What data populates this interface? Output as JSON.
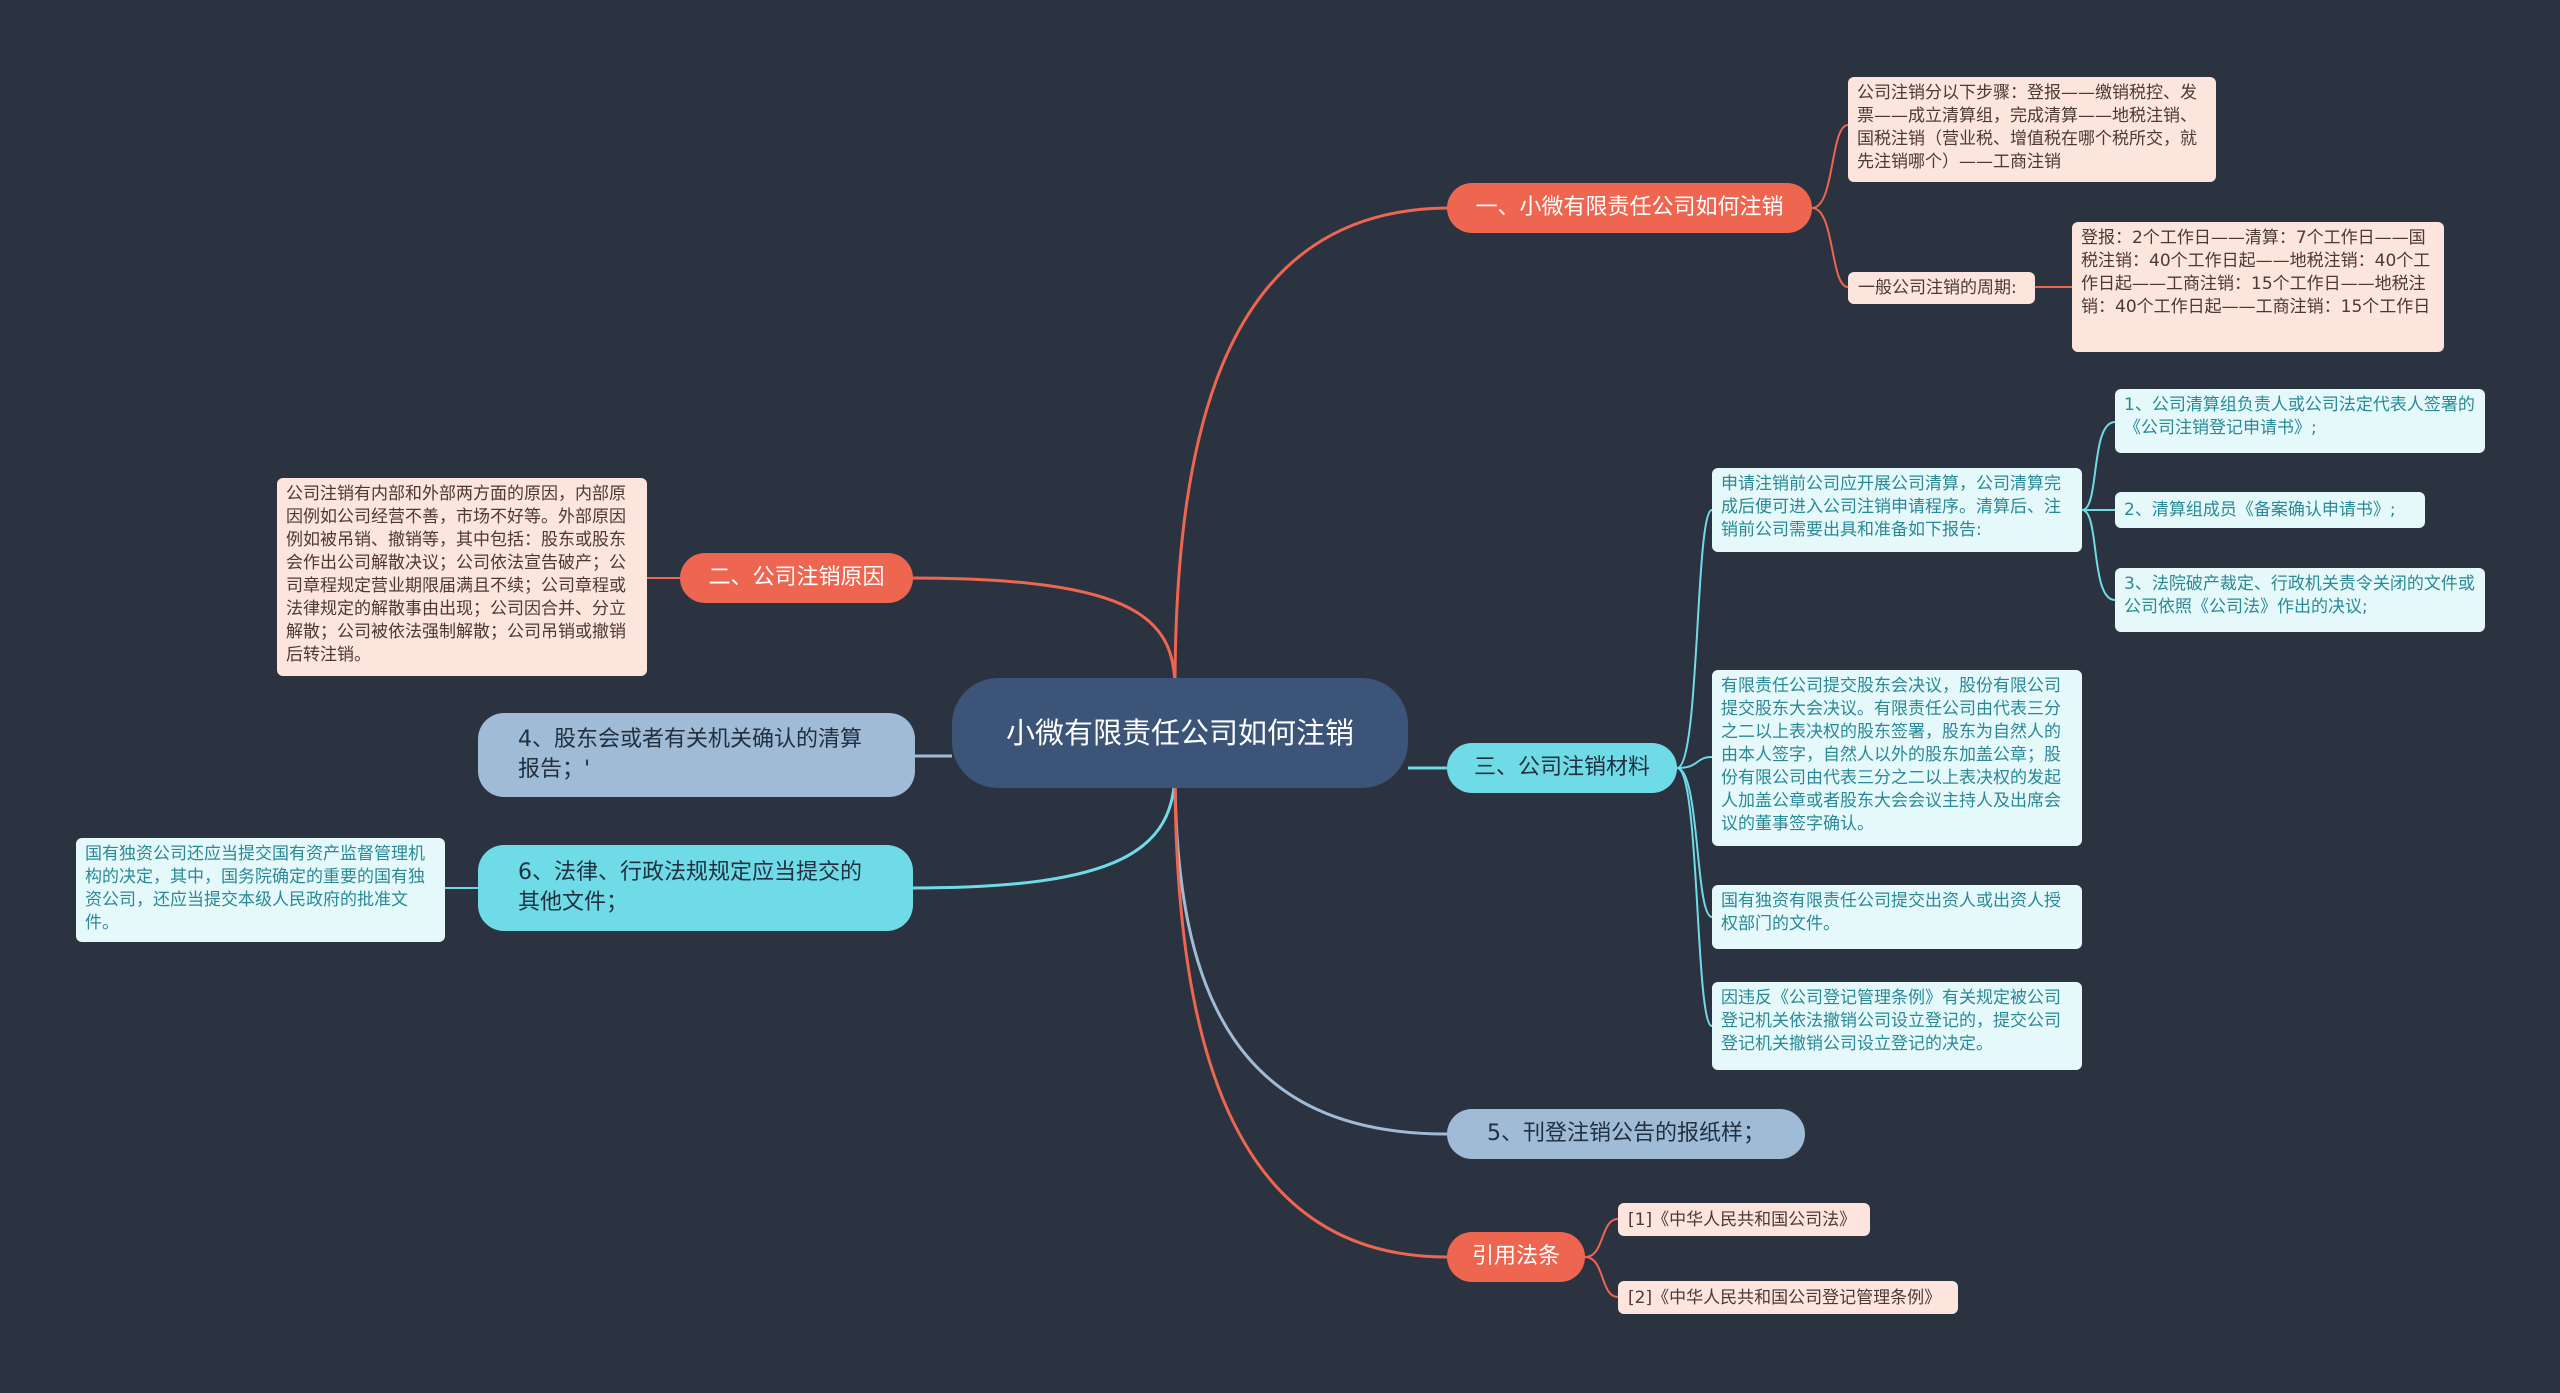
{
  "center": {
    "label": "小微有限责任公司如何注销"
  },
  "branches": {
    "b1": {
      "label": "一、小微有限责任公司如何注销",
      "note1": "公司注销分以下步骤：登报——缴销税控、发票——成立清算组，完成清算——地税注销、国税注销（营业税、增值税在哪个税所交，就先注销哪个）——工商注销",
      "cycle_label": "一般公司注销的周期:",
      "cycle_note": "登报：2个工作日——清算：7个工作日——国税注销：40个工作日起——地税注销：40个工作日起——工商注销：15个工作日——地税注销：40个工作日起——工商注销：15个工作日"
    },
    "b2": {
      "label": "二、公司注销原因",
      "note": "公司注销有内部和外部两方面的原因，内部原因例如公司经营不善，市场不好等。外部原因例如被吊销、撤销等，其中包括：股东或股东会作出公司解散决议；公司依法宣告破产；公司章程规定营业期限届满且不续；公司章程或法律规定的解散事由出现；公司因合并、分立解散；公司被依法强制解散；公司吊销或撤销后转注销。"
    },
    "b4": {
      "label": "4、股东会或者有关机关确认的清算报告；'"
    },
    "b6": {
      "label": "6、法律、行政法规规定应当提交的其他文件；",
      "note": "国有独资公司还应当提交国有资产监督管理机构的决定，其中，国务院确定的重要的国有独资公司，还应当提交本级人民政府的批准文件。"
    },
    "b3": {
      "label": "三、公司注销材料",
      "intro": "申请注销前公司应开展公司清算，公司清算完成后便可进入公司注销申请程序。清算后、注销前公司需要出具和准备如下报告:",
      "items": [
        "1、公司清算组负责人或公司法定代表人签署的《公司注销登记申请书》;",
        "2、清算组成员《备案确认申请书》;",
        "3、法院破产裁定、行政机关责令关闭的文件或公司依照《公司法》作出的决议;"
      ],
      "note_a": "有限责任公司提交股东会决议，股份有限公司提交股东大会决议。有限责任公司由代表三分之二以上表决权的股东签署，股东为自然人的由本人签字，自然人以外的股东加盖公章；股份有限公司由代表三分之二以上表决权的发起人加盖公章或者股东大会会议主持人及出席会议的董事签字确认。",
      "note_b": "国有独资有限责任公司提交出资人或出资人授权部门的文件。",
      "note_c": "因违反《公司登记管理条例》有关规定被公司登记机关依法撤销公司设立登记的，提交公司登记机关撤销公司设立登记的决定。"
    },
    "b5": {
      "label": "5、刊登注销公告的报纸样；"
    },
    "b7": {
      "label": "引用法条",
      "refs": [
        "[1]《中华人民共和国公司法》",
        "[2]《中华人民共和国公司登记管理条例》"
      ]
    }
  },
  "colors": {
    "background": "#2b3240",
    "center": "#3b5478",
    "orange": "#ee6650",
    "blue": "#9fbbd6",
    "cyan": "#6fdbe6",
    "note_orange": "#fde4dd",
    "note_cyan": "#e5f8fa"
  }
}
